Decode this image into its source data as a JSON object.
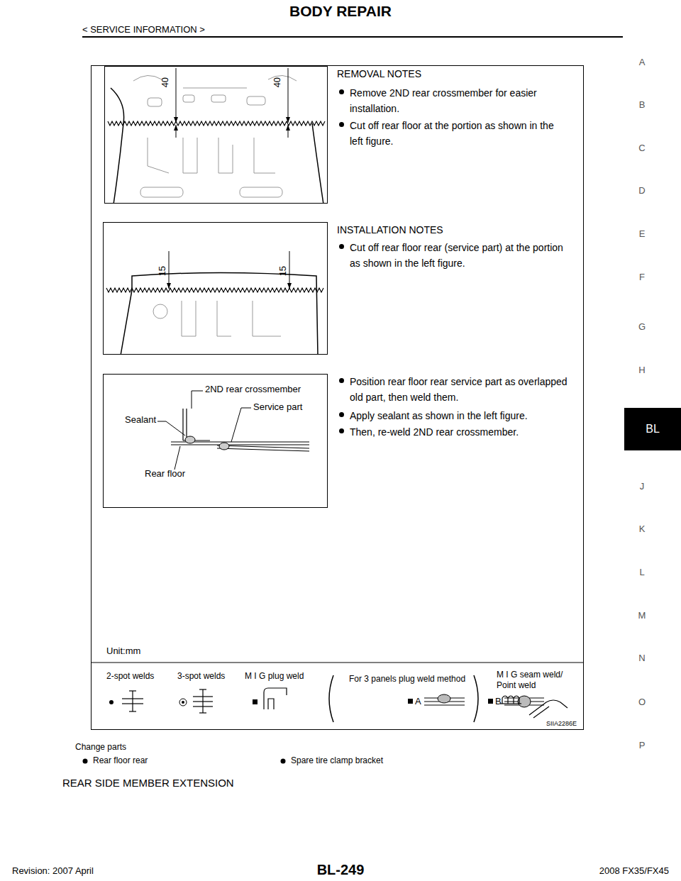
{
  "diagram": {
    "title": "BODY REPAIR",
    "nodes": [
      {
        "text": [
          "40",
          "40"
        ]
      },
      {
        "text": [
          "15",
          "15"
        ]
      },
      {
        "text": [
          "2ND rear crossmember",
          "Sealant",
          "Service part",
          "Rear floor"
        ]
      }
    ],
    "labels": [
      "< SERVICE INFORMATION >",
      "A",
      "B",
      "C",
      "D",
      "E",
      "F",
      "G",
      "H",
      "BL",
      "J",
      "K",
      "L",
      "M",
      "N",
      "O",
      "P",
      "REMOVAL NOTES",
      "Remove 2ND rear crossmember for easier installation.",
      "Cut off rear floor at the portion as shown in the left figure.",
      "INSTALLATION NOTES",
      "Cut off rear floor rear (service part) at the portion as shown in the left figure.",
      "Position rear floor rear service part as overlapped old part, then weld them.",
      "Apply sealant as shown in the left figure.",
      "Then, re-weld 2ND rear crossmember.",
      "Unit:mm",
      "For 3 panels plug weld method",
      "A",
      "B",
      "SIIA2286E",
      "Change parts",
      "Rear floor rear",
      "Spare tire clamp bracket",
      "REAR SIDE MEMBER EXTENSION",
      "BL-249",
      "Revision: 2007 April",
      "2008 FX35/FX45"
    ],
    "legend": [
      {
        "text": "2-spot welds"
      },
      {
        "text": "3-spot welds"
      },
      {
        "text": "M I G plug weld"
      },
      {
        "text": "M I G seam weld/ Point weld"
      }
    ]
  }
}
